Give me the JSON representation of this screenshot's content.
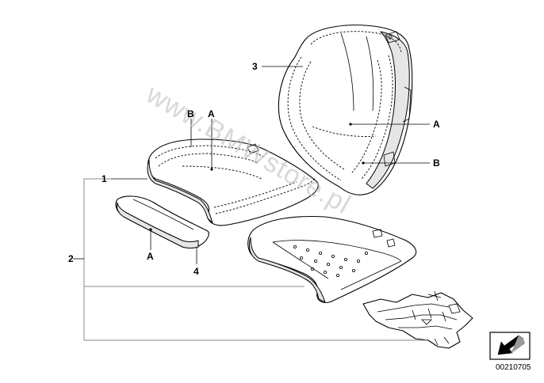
{
  "diagram": {
    "callouts": {
      "part_1": "1",
      "part_2": "2",
      "part_3": "3",
      "part_4": "4",
      "label_a": "A",
      "label_b": "B"
    },
    "watermark": "www.BMWstore.pl",
    "reference_number": "00210705",
    "icon": "arrow-down-left-icon"
  }
}
